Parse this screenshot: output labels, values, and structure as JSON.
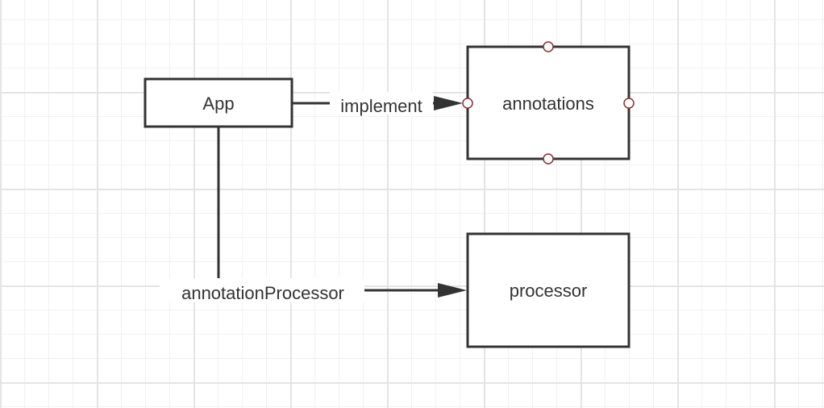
{
  "nodes": {
    "app": {
      "label": "App"
    },
    "annotations": {
      "label": "annotations"
    },
    "processor": {
      "label": "processor"
    }
  },
  "edges": {
    "implement": {
      "label": "implement"
    },
    "annotation_processor": {
      "label": "annotationProcessor"
    }
  },
  "colors": {
    "stroke": "#333333",
    "connection_point": "#8b2e2e",
    "grid": "#e4e4e4"
  }
}
